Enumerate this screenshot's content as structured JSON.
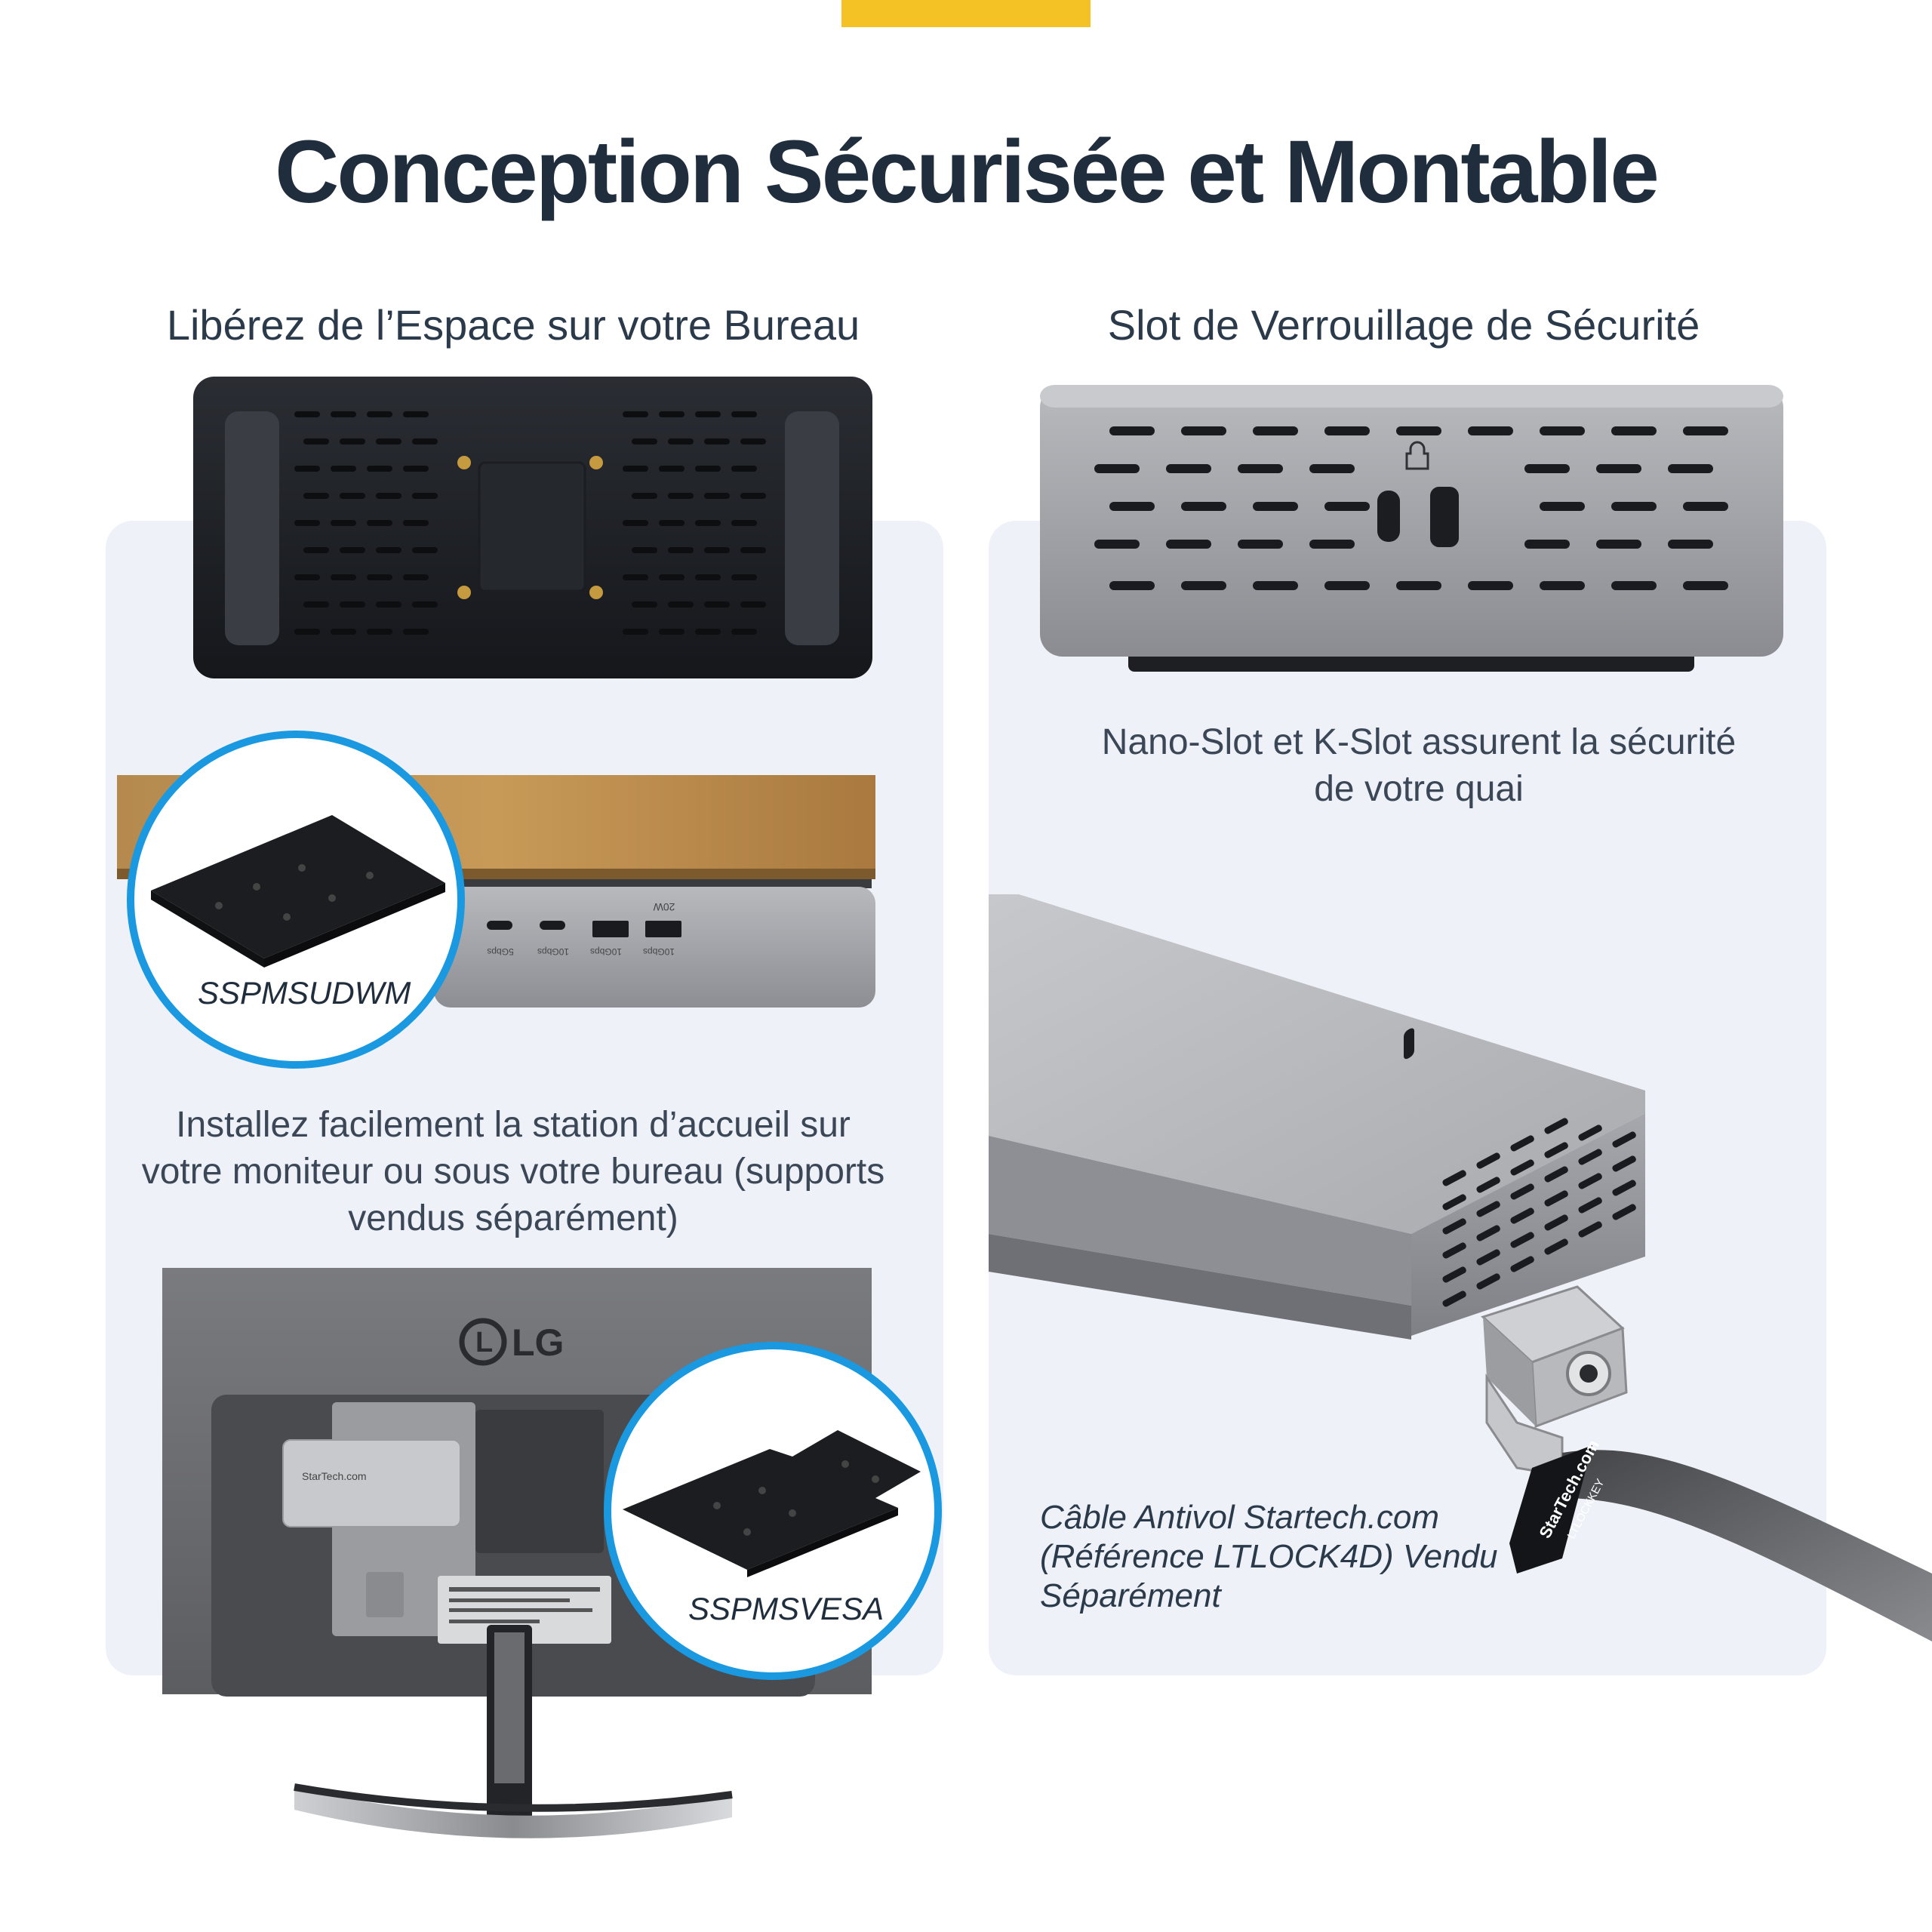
{
  "title": "Conception Sécurisée et Montable",
  "colors": {
    "accent": "#f4c224",
    "ring": "#1a98e0",
    "panel": "#eef2f8",
    "title": "#1f2d3d"
  },
  "left": {
    "heading": "Libérez de l’Espace sur votre Bureau",
    "under_desk_badge": "SSPMSUDWM",
    "ports": [
      "5Gbps",
      "10Gbps",
      "10Gbps",
      "10Gbps"
    ],
    "port_power": "20W",
    "caption": [
      "Installez facilement la station d’accueil sur",
      "votre moniteur ou sous votre bureau (supports",
      "vendus séparément)"
    ],
    "monitor_brand": "LG",
    "dock_brand": "StarTech.com",
    "vesa_badge": "SSPMSVESA"
  },
  "right": {
    "heading": "Slot de Verrouillage de Sécurité",
    "caption": [
      "Nano-Slot et K-Slot assurent la sécurité",
      "de votre quai"
    ],
    "lock_caption": [
      "Câble Antivol Startech.com",
      "(Référence LTLOCK4D) Vendu",
      "Séparément"
    ],
    "lock_tag": [
      "StarTech.com",
      "LTLOCKKEY"
    ]
  }
}
